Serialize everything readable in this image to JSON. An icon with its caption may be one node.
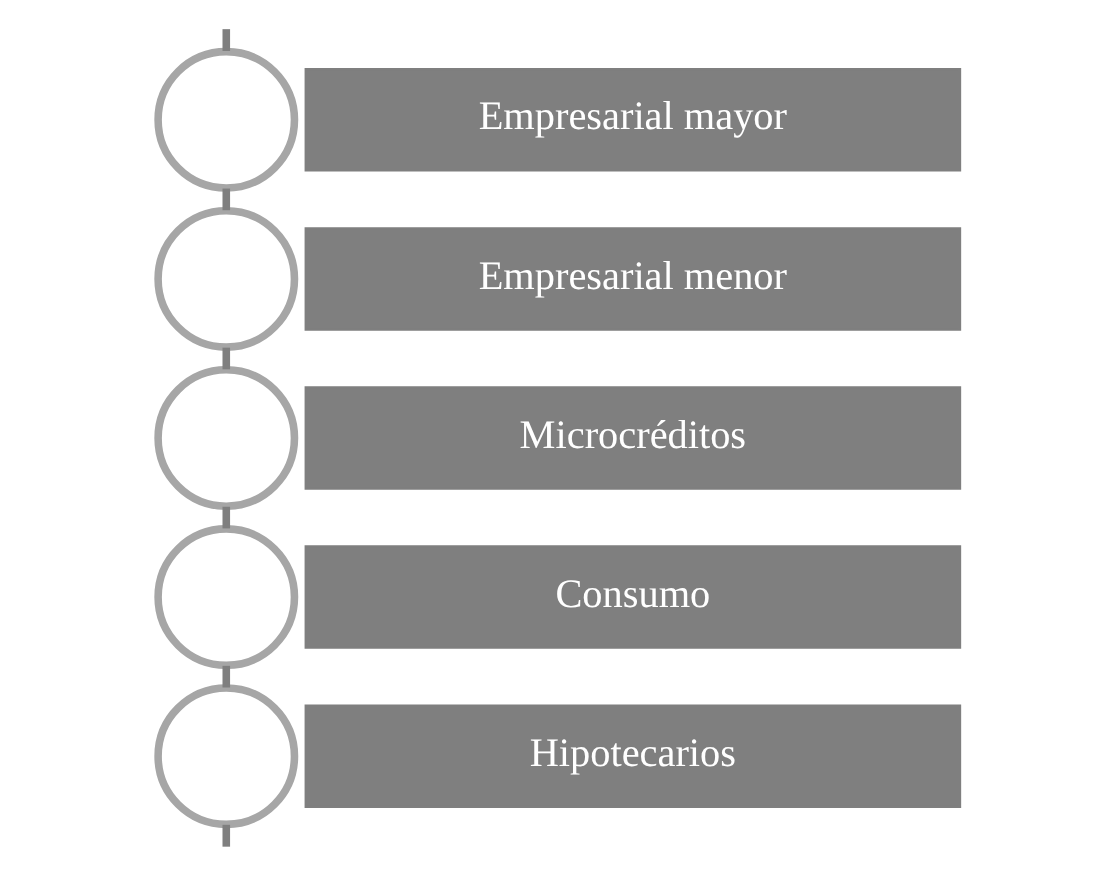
{
  "diagram": {
    "nodes": [
      {
        "text": [],
        "shape": "circle"
      },
      {
        "text": [
          "Empresarial mayor"
        ]
      },
      {
        "text": [],
        "shape": "circle"
      },
      {
        "text": [
          "Empresarial menor"
        ]
      },
      {
        "text": [],
        "shape": "circle"
      },
      {
        "text": [
          "Microcréditos"
        ]
      },
      {
        "text": [],
        "shape": "circle"
      },
      {
        "text": [
          "Consumo"
        ]
      },
      {
        "text": [],
        "shape": "circle"
      },
      {
        "text": [
          "Hipotecarios"
        ]
      }
    ],
    "edges": [
      {
        "from": null,
        "to": 0,
        "arrow": "none"
      },
      {
        "from": 0,
        "to": 2,
        "arrow": "none"
      },
      {
        "from": 2,
        "to": 4,
        "arrow": "none"
      },
      {
        "from": 4,
        "to": 6,
        "arrow": "none"
      },
      {
        "from": 6,
        "to": 8,
        "arrow": "none"
      },
      {
        "from": 8,
        "to": null,
        "arrow": "none"
      }
    ]
  }
}
